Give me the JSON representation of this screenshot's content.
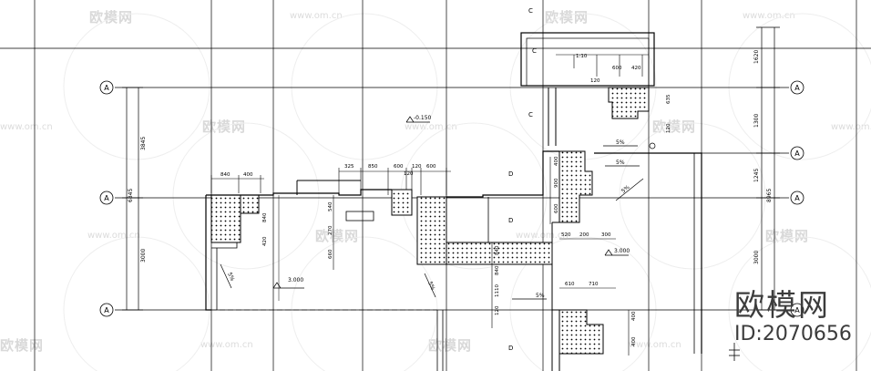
{
  "watermark": {
    "brand_text": "欧模网",
    "url_text": "www.om.cn",
    "id_text": "ID:2070656"
  },
  "grid_axes": {
    "left": [
      "A",
      "A",
      "A"
    ],
    "right": [
      "A",
      "A",
      "A",
      "A"
    ]
  },
  "dimensions": {
    "left_outer": [
      "6845"
    ],
    "left_inner": [
      "3845",
      "3000"
    ],
    "right_outer": [
      "8965"
    ],
    "right_inner": [
      "1620",
      "1300",
      "1245",
      "3000"
    ],
    "top_left": [
      "840",
      "400"
    ],
    "top_mid": [
      "325",
      "850",
      "600",
      "120",
      "120",
      "600"
    ],
    "top_right": [
      "1:10",
      "600",
      "420",
      "120"
    ],
    "side_small": [
      "635",
      "120"
    ],
    "mid_vertical": [
      "400",
      "900",
      "600",
      "540",
      "270",
      "660",
      "840",
      "840"
    ],
    "mid_horizontal": [
      "520",
      "200",
      "300"
    ],
    "lower": [
      "610",
      "710",
      "1110",
      "120",
      "400",
      "400"
    ],
    "misc": [
      "420",
      "840"
    ]
  },
  "levels": [
    "-0.150",
    "3.000",
    "3.000"
  ],
  "slopes": [
    "5%",
    "5%",
    "5%",
    "5%",
    "5%",
    "5%"
  ],
  "room_labels": [
    "C",
    "C",
    "D",
    "D",
    "D",
    "C"
  ]
}
